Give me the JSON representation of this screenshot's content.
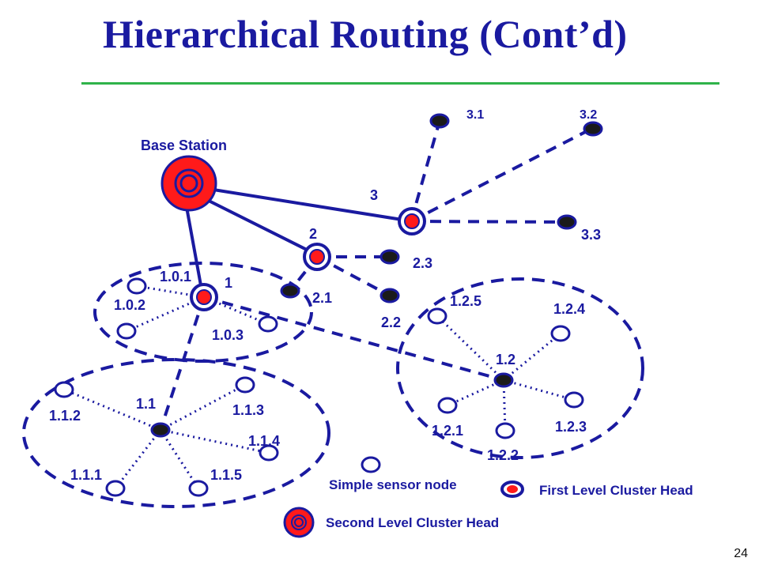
{
  "title": "Hierarchical Routing (Cont’d)",
  "page_number": "24",
  "colors": {
    "title": "#1a1aa0",
    "rule": "#2fb34a",
    "link": "#1a1aa0",
    "head_fill": "#ff1a1a",
    "node_fill": "#ffffff",
    "dark_node": "#1a1a1a"
  },
  "labels": {
    "base_station": "Base Station",
    "n1": "1",
    "n2": "2",
    "n3": "3",
    "n101": "1.0.1",
    "n102": "1.0.2",
    "n103": "1.0.3",
    "n11": "1.1",
    "n111": "1.1.1",
    "n112": "1.1.2",
    "n113": "1.1.3",
    "n114": "1.1.4",
    "n115": "1.1.5",
    "n12": "1.2",
    "n121": "1.2.1",
    "n122": "1.2.2",
    "n123": "1.2.3",
    "n124": "1.2.4",
    "n125": "1.2.5",
    "n21": "2.1",
    "n22": "2.2",
    "n23": "2.3",
    "n31": "3.1",
    "n32": "3.2",
    "n33": "3.3"
  },
  "legend": {
    "simple": "Simple sensor node",
    "first_level": "First Level Cluster Head",
    "second_level": "Second Level Cluster Head"
  }
}
